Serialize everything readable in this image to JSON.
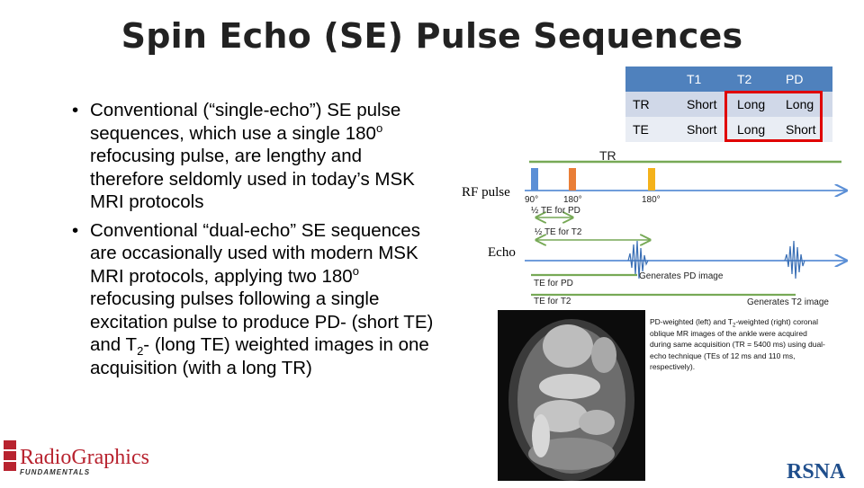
{
  "title": "Spin Echo (SE) Pulse Sequences",
  "bullets": [
    {
      "pre": "Conventional (“single-echo”) SE pulse sequences, which use a single 180",
      "sup": "o",
      "post": " refocusing pulse, are lengthy and therefore seldomly used in today’s MSK MRI protocols"
    },
    {
      "pre": "Conventional “dual-echo” SE sequences are occasionally used with modern MSK MRI protocols, applying two 180",
      "sup": "o",
      "mid": " refocusing pulses following a single excitation pulse to produce PD- (short TE) and T",
      "sub": "2",
      "post": "- (long TE) weighted images in one acquisition (with a long TR)"
    }
  ],
  "table": {
    "header": [
      "",
      "T1",
      "T2",
      "PD"
    ],
    "rows": [
      [
        "TR",
        "Short",
        "Long",
        "Long"
      ],
      [
        "TE",
        "Short",
        "Long",
        "Short"
      ]
    ]
  },
  "diagram": {
    "tr_label": "TR",
    "rf_label": "RF pulse",
    "echo_label": "Echo",
    "pulse_90": "90°",
    "pulse_180a": "180°",
    "half_te_pd": "½ TE for PD",
    "pulse_180b": "180°",
    "half_te_t2": "½ TE for T2",
    "te_pd": "TE for PD",
    "te_t2": "TE for T2",
    "gen_pd": "Generates PD image",
    "gen_t2": "Generates T2 image",
    "colors": {
      "p90": "#5b8fd6",
      "p180a": "#e97e37",
      "p180b": "#f4b21b",
      "timeline": "#5b8fd6",
      "green": "#77a956"
    }
  },
  "caption": {
    "pre": "PD-weighted (left) and T",
    "sub": "2",
    "post": "-weighted (right) coronal oblique MR images of the ankle were acquired during same acquisition (TR = 5400 ms) using dual-echo technique (TEs of 12 ms and 110 ms, respectively)."
  },
  "logos": {
    "left": "RadioGraphics",
    "left_sub": "FUNDAMENTALS",
    "right": "RSNA"
  }
}
